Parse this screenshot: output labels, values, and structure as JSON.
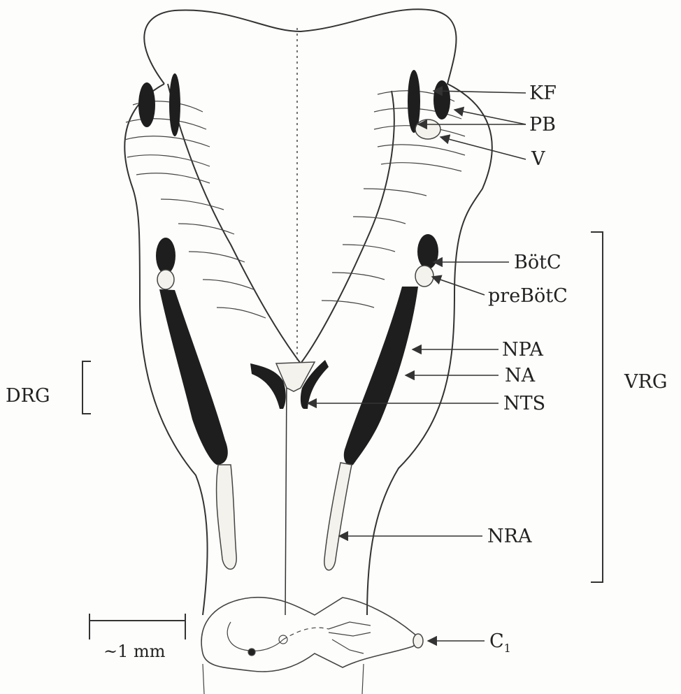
{
  "labels": {
    "kf": "KF",
    "pb": "PB",
    "v": "V",
    "botc": "BötC",
    "prebotc": "preBötC",
    "npa": "NPA",
    "na": "NA",
    "nts": "NTS",
    "nra": "NRA",
    "c1_main": "C",
    "c1_sub": "1",
    "vrg": "VRG",
    "drg": "DRG"
  },
  "scale_bar": {
    "text": "~1 mm"
  },
  "colors": {
    "ink": "#222222",
    "nucleus_fill": "#1e1e1e",
    "paper": "#fdfdfb"
  }
}
